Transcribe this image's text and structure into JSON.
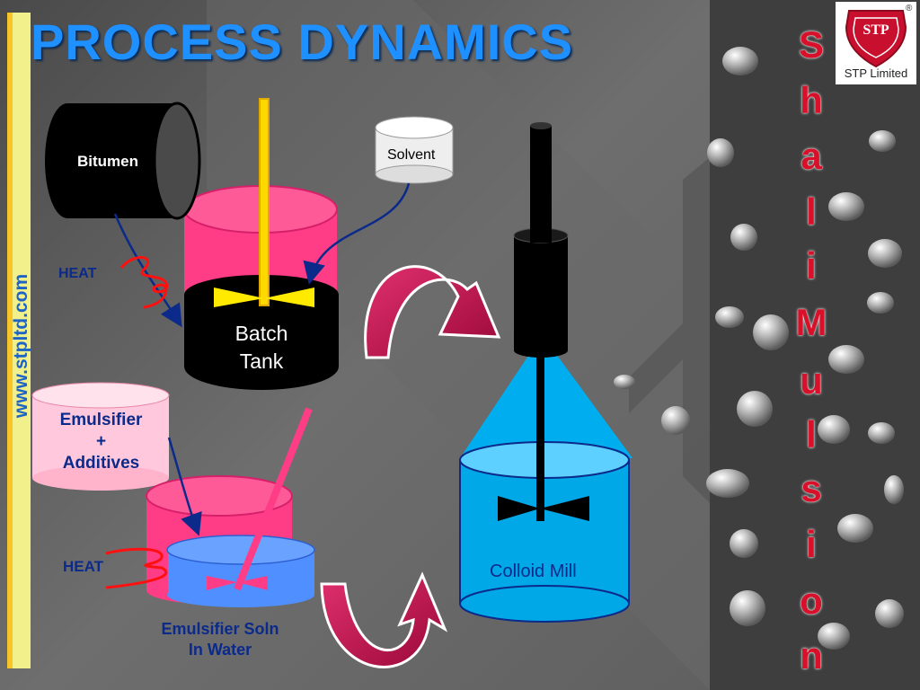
{
  "title": "PROCESS DYNAMICS",
  "website": "www.stpltd.com",
  "logo": {
    "monogram": "STP",
    "caption": "STP Limited",
    "registered": "®"
  },
  "brand_letters": [
    "S",
    "h",
    "a",
    "l",
    "i",
    "M",
    "u",
    "l",
    "s",
    "i",
    "o",
    "n"
  ],
  "labels": {
    "bitumen": "Bitumen",
    "solvent": "Solvent",
    "heat_top": "HEAT",
    "batch_tank_line1": "Batch",
    "batch_tank_line2": "Tank",
    "emulsifier_line1": "Emulsifier",
    "emulsifier_line2": "+",
    "emulsifier_line3": "Additives",
    "heat_bottom": "HEAT",
    "emulsifier_soln_line1": "Emulsifier Soln",
    "emulsifier_soln_line2": "In Water",
    "colloid_mill": "Colloid Mill"
  },
  "colors": {
    "title": "#1e90ff",
    "pink_tank": "#ff3d86",
    "blue_liquid": "#00a8e8",
    "batch_black": "#000000",
    "brand_red": "#d8102a",
    "agitator_yellow": "#ffd800",
    "arrow_magenta": "#c0104f"
  }
}
